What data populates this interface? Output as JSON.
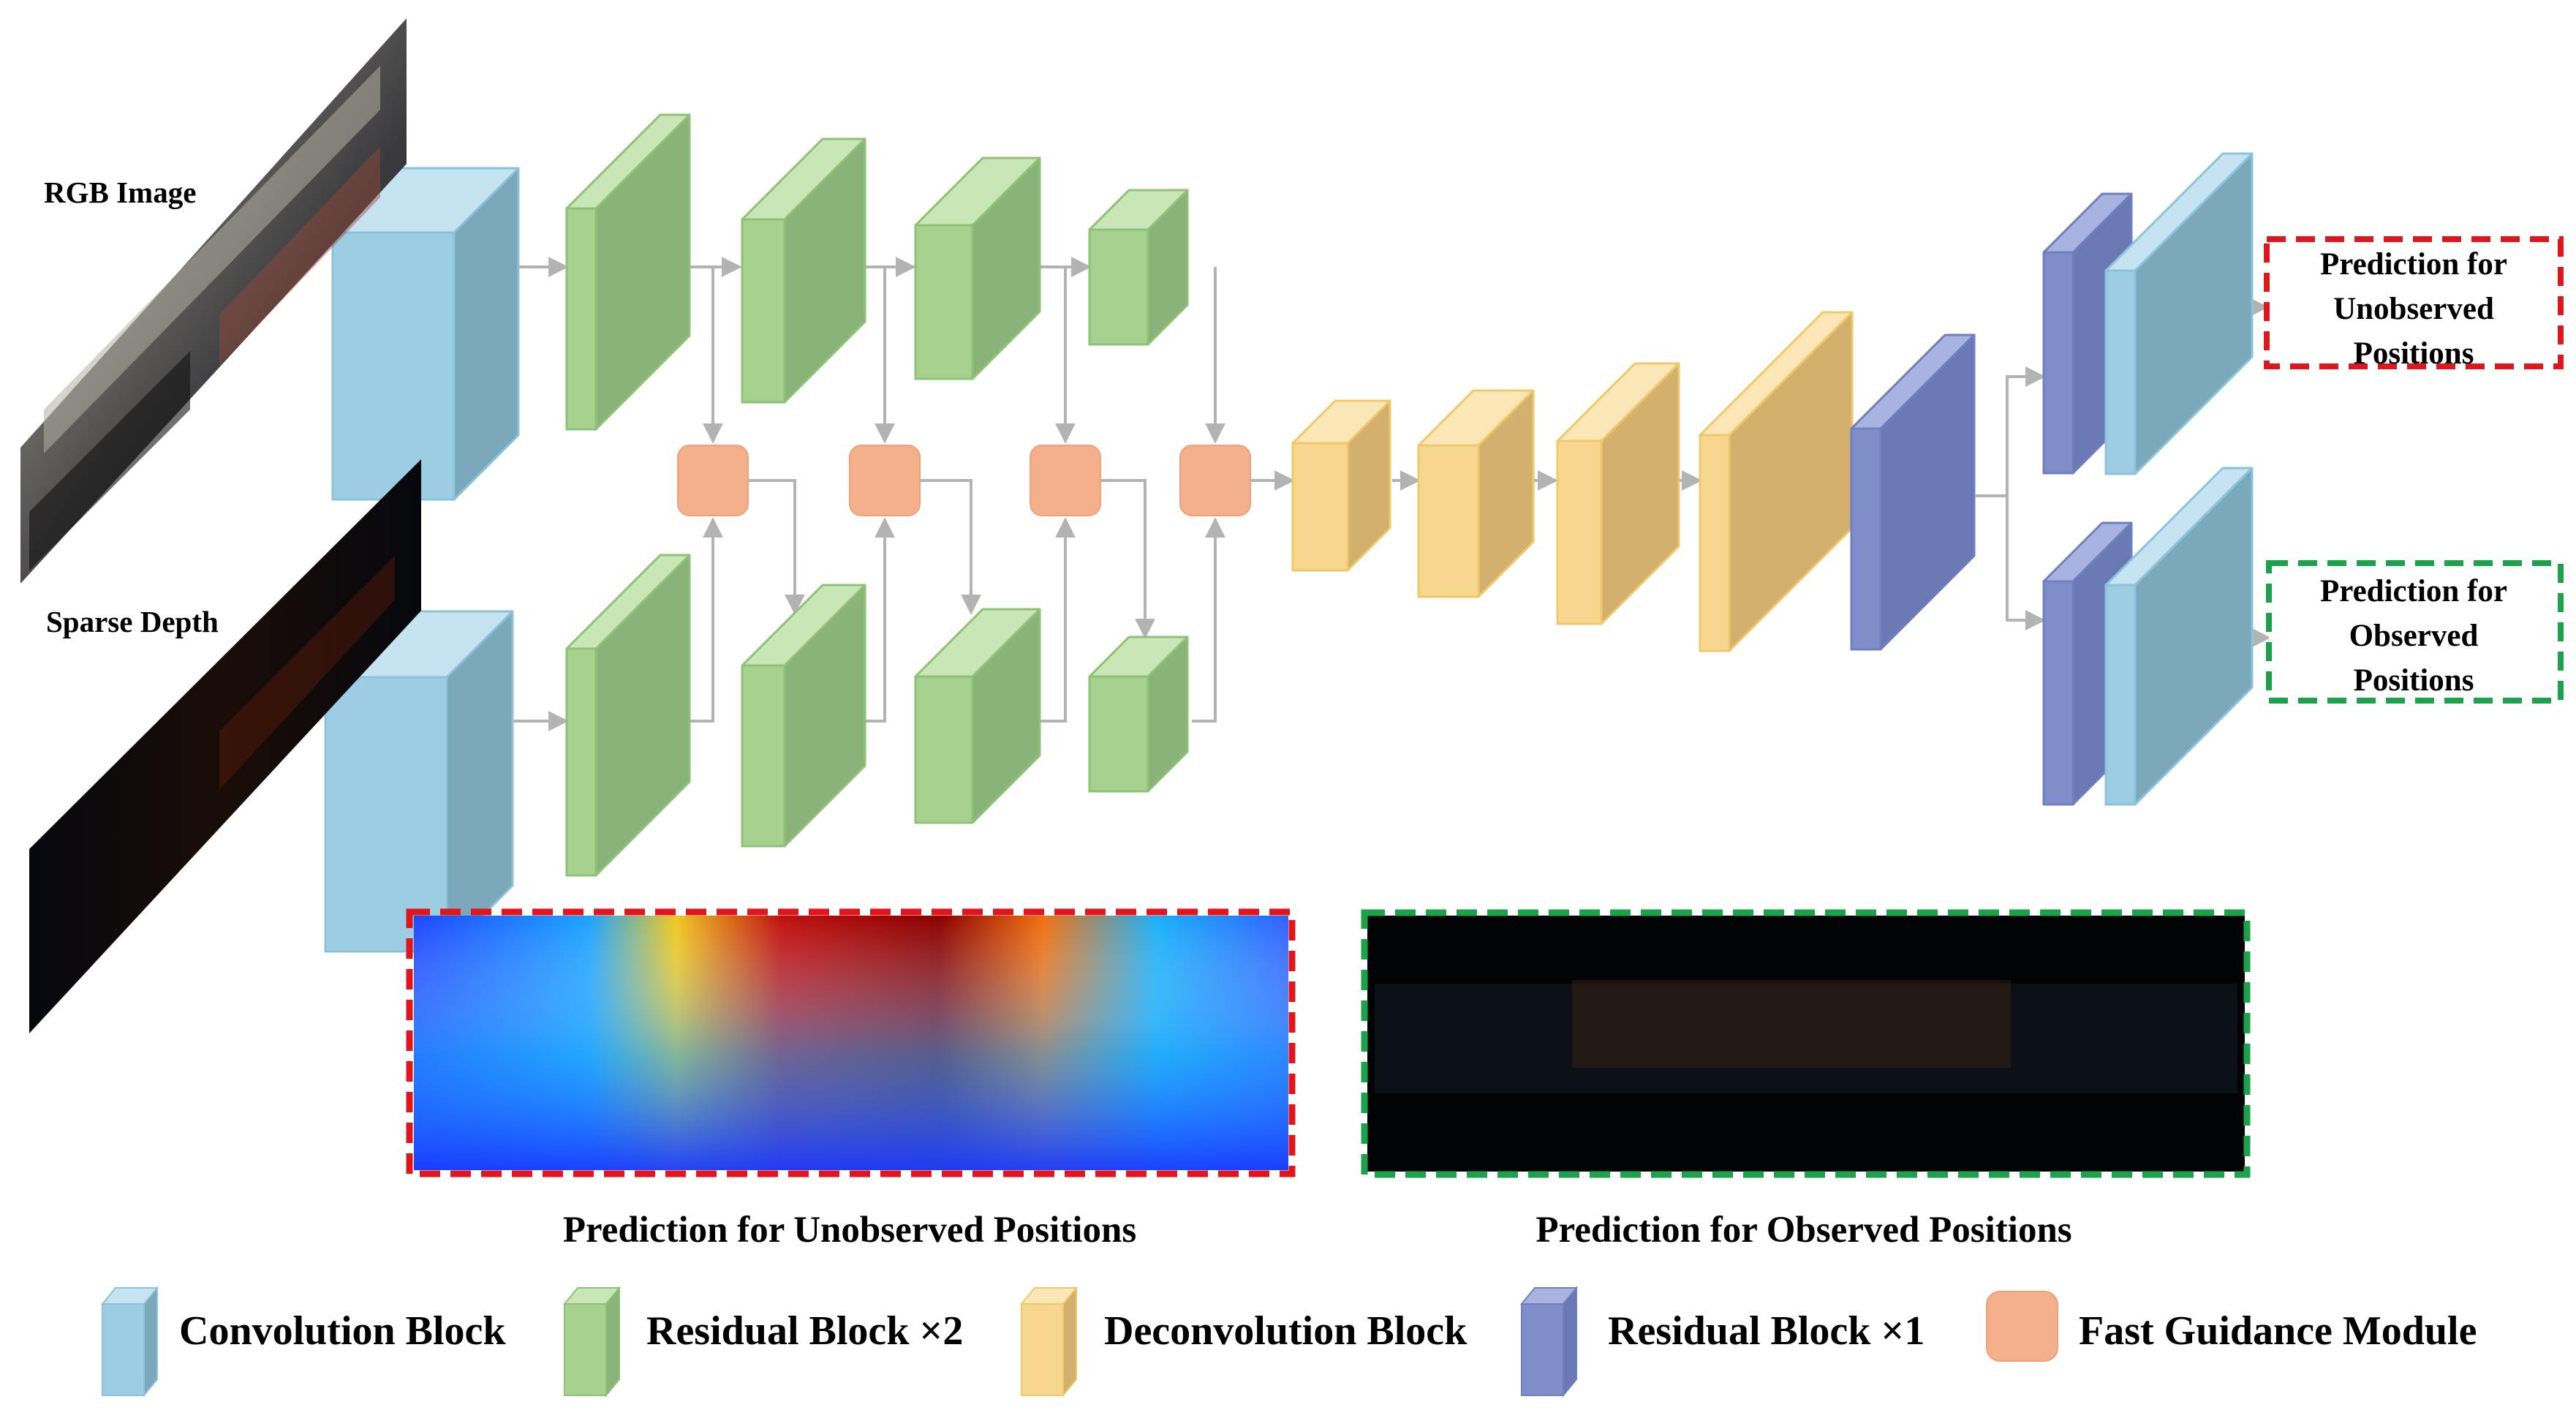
{
  "inputs": {
    "rgb_label": "RGB Image",
    "depth_label": "Sparse Depth"
  },
  "outputs": {
    "unobserved": [
      "Prediction for",
      "Unobserved",
      "Positions"
    ],
    "observed": [
      "Prediction for",
      "Observed",
      "Positions"
    ]
  },
  "captions": {
    "unobserved": "Prediction for Unobserved Positions",
    "observed": "Prediction for Observed Positions"
  },
  "legend": [
    {
      "label": "Convolution Block",
      "color": "#9ccde2"
    },
    {
      "label": "Residual Block ×2",
      "color": "#a6d18f"
    },
    {
      "label": "Deconvolution Block",
      "color": "#f7d690"
    },
    {
      "label": "Residual Block ×1",
      "color": "#7f8dc9"
    },
    {
      "label": "Fast Guidance Module",
      "color": "#f4b08a"
    }
  ],
  "colors": {
    "conv": "#9ccde2",
    "residual2": "#a6d18f",
    "deconv": "#f7d690",
    "residual1": "#7f8dc9",
    "guidance": "#f4b08a",
    "arrow": "#b3b3b3",
    "unobserved_border": "#e0161c",
    "observed_border": "#1ba24a"
  }
}
